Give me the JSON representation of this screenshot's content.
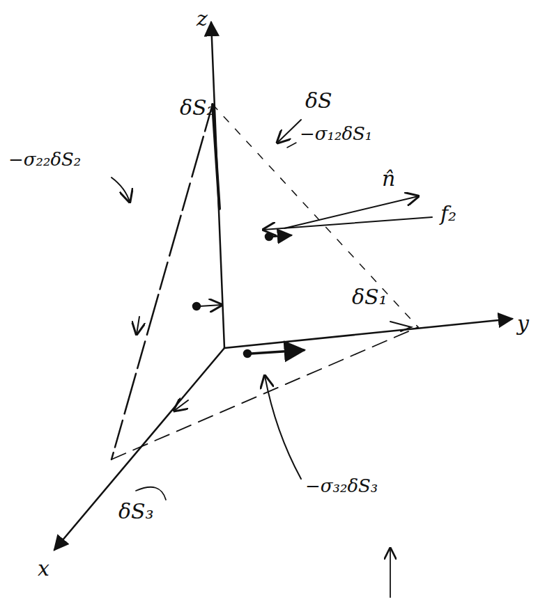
{
  "diagram": {
    "labels": [
      "z",
      "y",
      "x",
      "δS",
      "−σ₁₂δS₁",
      "n̂",
      "f₂",
      "δS₁",
      "δS₂",
      "−σ₂₂δS₂",
      "δS₃",
      "−σ₃₂δS₃"
    ]
  }
}
